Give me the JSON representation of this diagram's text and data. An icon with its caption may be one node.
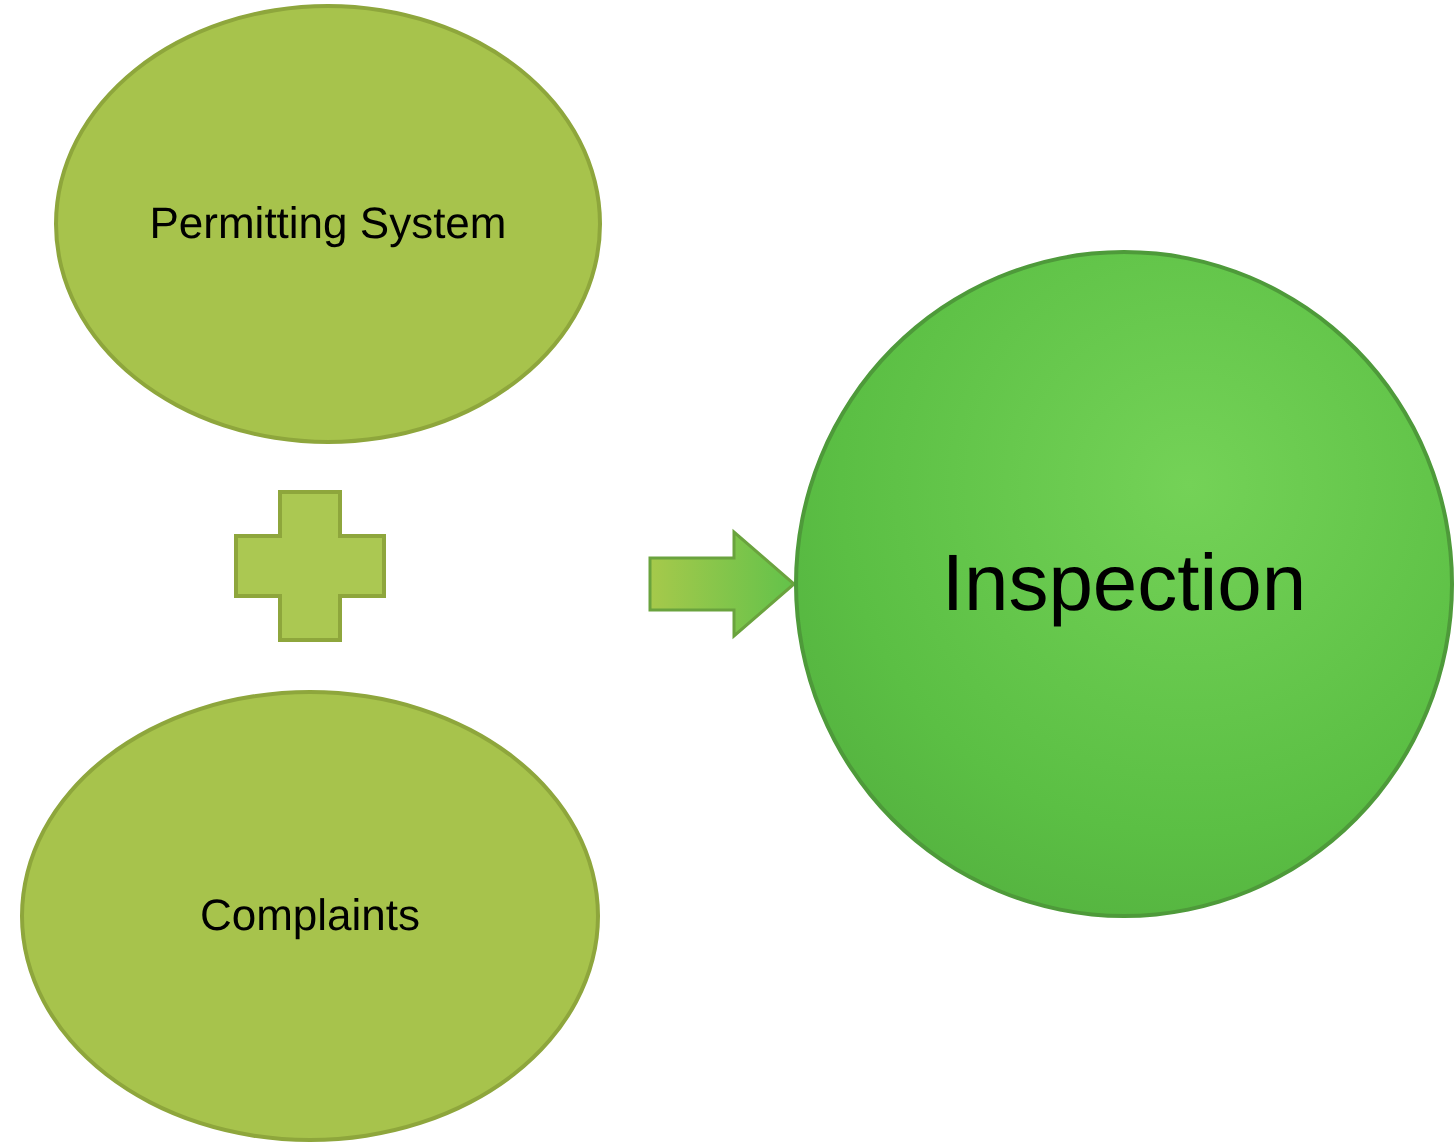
{
  "diagram": {
    "nodes": [
      {
        "text": [
          "Permitting System"
        ]
      },
      {
        "text": [
          "Complaints"
        ]
      },
      {
        "text": [
          "Inspection"
        ]
      }
    ],
    "edges": [
      {
        "from": null,
        "to": 2,
        "arrow": "to"
      }
    ]
  }
}
